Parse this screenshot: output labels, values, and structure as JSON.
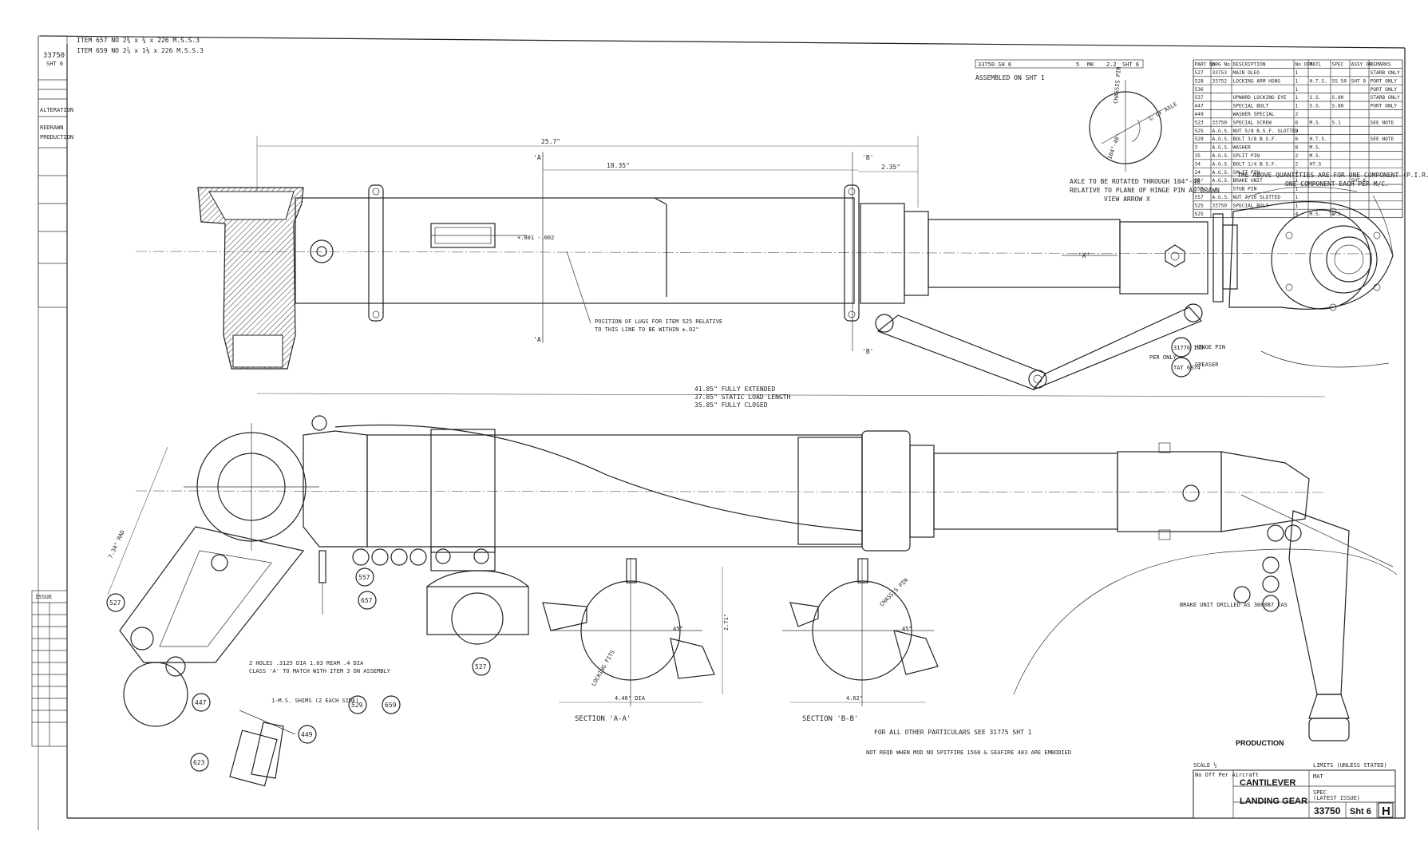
{
  "title_block": {
    "title_line1": "CANTILEVER",
    "title_line2": "LANDING GEAR",
    "drawing_number": "33750",
    "sheet": "Sht 6",
    "issue_letter": "H",
    "scale": "SCALE ½",
    "aircraft": "No Off Per Aircraft",
    "limits": "LIMITS (UNLESS STATED)",
    "mat": "MAT",
    "spec": "SPEC",
    "latest_issue": "(LATEST ISSUE)",
    "production": "PRODUCTION"
  },
  "left_strip": {
    "number": "33750",
    "sheet": "SHT 6",
    "notes": [
      "ALTERATION",
      "REDRAWN",
      "PRODUCTION"
    ],
    "issue_header": "ISSUE"
  },
  "top_items": {
    "item_657": "ITEM 657 NO 2¾ x ¾ x 226 M.S.S.3",
    "item_659": "ITEM 659 NO 2⅞ x 1⅛ x 226 M.S.S.3"
  },
  "reference_box": [
    "33750 SH 6",
    "5",
    "MK",
    "2.2",
    "SHT 6"
  ],
  "assembled_note": "ASSEMBLED ON SHT 1",
  "parts_list": {
    "headers": [
      "PART No",
      "DRG No",
      "DESCRIPTION",
      "No OFF",
      "MATL",
      "SPEC",
      "ASSY OR",
      "REMARKS"
    ],
    "rows": [
      [
        "527",
        "33753",
        "MAIN OLEO",
        "1",
        "",
        "",
        "",
        "STARB ONLY"
      ],
      [
        "528",
        "33752",
        "LOCKING ARM HSNG",
        "1",
        "H.T.S.",
        "SS 50",
        "SHT 8",
        "PORT ONLY"
      ],
      [
        "536",
        "",
        "",
        "1",
        "",
        "",
        "",
        "PORT ONLY"
      ],
      [
        "537",
        "",
        "UPWARD LOCKING EYE",
        "1",
        "S.S.",
        "S.80",
        "",
        "STARB ONLY"
      ],
      [
        "447",
        "",
        "SPECIAL BOLT",
        "1",
        "S.S.",
        "S.80",
        "",
        "PORT ONLY"
      ],
      [
        "449",
        "",
        "WASHER SPECIAL",
        "2",
        "",
        "",
        "",
        ""
      ],
      [
        "523",
        "33750",
        "SPECIAL SCREW",
        "6",
        "M.S.",
        "S.1",
        "",
        "SEE NOTE"
      ],
      [
        "525",
        "A.G.S.",
        "NUT 5/8 B.S.F. SLOTTED",
        "2",
        "",
        "",
        "",
        ""
      ],
      [
        "529",
        "A.G.S.",
        "BOLT 3/8 B.S.F.",
        "6",
        "H.T.S.",
        "",
        "",
        "SEE NOTE"
      ],
      [
        "3",
        "A.G.S.",
        "WASHER",
        "8",
        "M.S.",
        "",
        "",
        ""
      ],
      [
        "35",
        "A.G.S.",
        "SPLIT PIN",
        "2",
        "M.S.",
        "",
        "",
        ""
      ],
      [
        "34",
        "A.G.S.",
        "BOLT 1/4 B.S.F.",
        "2",
        "HT.S",
        "",
        "",
        ""
      ],
      [
        "24",
        "A.G.S.",
        "SPLIT PIN",
        "2",
        "",
        "",
        "",
        ""
      ],
      [
        "35",
        "A.G.S.",
        "BRAKE UNIT",
        "1",
        "",
        "",
        "SHT 6",
        ""
      ],
      [
        "553",
        "",
        "STUB PIN",
        "1",
        "",
        "",
        "",
        ""
      ],
      [
        "557",
        "A.G.S.",
        "NUT 7/16 SLOTTED",
        "1",
        "",
        "",
        "",
        ""
      ],
      [
        "525",
        "33750",
        "SPECIAL BOLT",
        "1",
        "",
        "",
        "",
        ""
      ],
      [
        "525",
        "",
        "",
        "4",
        "M.S.",
        "S.S.",
        "",
        ""
      ]
    ],
    "footnote1": "THE ABOVE QUANTITIES ARE FOR ONE COMPONENT (P.I.R.S.)",
    "footnote2": "ONE COMPONENT EACH PER M/C."
  },
  "axle_note": {
    "line1": "AXLE TO BE ROTATED THROUGH 104°-40'",
    "line2": "RELATIVE TO PLANE OF HINGE PIN AS DRAWN",
    "line3": "VIEW ARROW X",
    "angle1": "104°-40'",
    "label_chassis": "CHASSIS PIN",
    "label_axle": "Ⓛ OF AXLE"
  },
  "top_view": {
    "dim_overall": "25.7\"",
    "dim_a_to_b": "18.35\"",
    "dim_b_offset": "2.35\"",
    "section_a": "'A'",
    "section_b": "'B'",
    "arrow_x": "'X'",
    "lug_note_line1": "POSITION OF LUGS FOR ITEM 525 RELATIVE",
    "lug_note_line2": "TO THIS LINE TO BE WITHIN ±.02\"",
    "tol": "+.001 -.002",
    "hinge_pin": "HINGE PIN",
    "greaser": "GREASER",
    "per_only": "PER ONLY",
    "hinge_bubble1": "31776 105",
    "hinge_bubble2": "TAT 6874"
  },
  "lengths": {
    "fully_extended": "41.85\" FULLY EXTENDED",
    "static_load": "37.85\" STATIC LOAD LENGTH",
    "fully_closed": "35.85\" FULLY CLOSED"
  },
  "bubbles": [
    "527",
    "447",
    "449",
    "623",
    "557",
    "529",
    "659",
    "657",
    "527"
  ],
  "callouts": {
    "holes_line1": "2 HOLES .3125 DIA 1.03 REAM .4 DIA",
    "holes_line2": "CLASS 'A' TO MATCH WITH ITEM 3 ON ASSEMBLY",
    "shims": "1-M.S. SHIMS (2 EACH SIDE)",
    "brake": "BRAKE UNIT DRILLED AS 3000B7 TAS",
    "dim_734": "7.34\" RAD"
  },
  "sections": {
    "section_aa": "SECTION 'A-A'",
    "section_bb": "SECTION 'B-B'",
    "locking_fit": "LOCKING FITS",
    "chassis_pin": "CHASSIS PIN",
    "angle_45": "45°",
    "dim_4_46": "4.46\" DIA",
    "dim_4_62": "4.62\"",
    "dim_2_71": "2.71\""
  },
  "notes": {
    "other_particulars": "FOR ALL OTHER PARTICULARS SEE 31775 SHT 1",
    "not_reqd": "NOT REQD WHEN MOD NO SPITFIRE 1568 & SEAFIRE 483 ARE EMBODIED"
  }
}
